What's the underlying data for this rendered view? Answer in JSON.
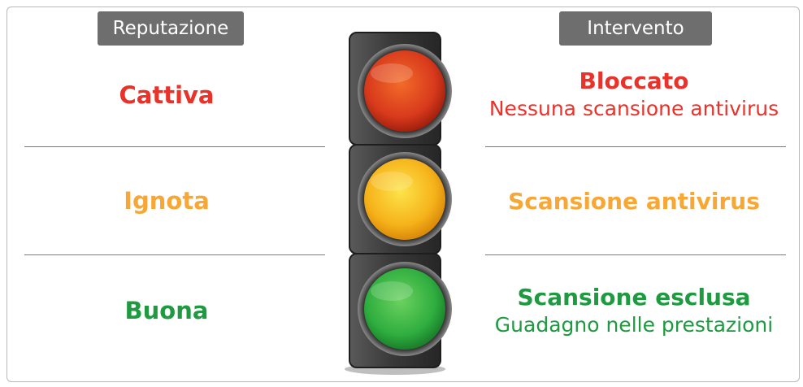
{
  "headers": {
    "left": "Reputazione",
    "right": "Intervento"
  },
  "rows": [
    {
      "reputation": "Cattiva",
      "action_title": "Bloccato",
      "action_subtitle": "Nessuna scansione antivirus",
      "color": "#e8322a"
    },
    {
      "reputation": "Ignota",
      "action_title": "Scansione antivirus",
      "action_subtitle": "",
      "color": "#f7a736"
    },
    {
      "reputation": "Buona",
      "action_title": "Scansione esclusa",
      "action_subtitle": "Guadagno nelle prestazioni",
      "color": "#1f9a41"
    }
  ],
  "traffic_light": {
    "housing_color": "#3b3b3b",
    "lamps": [
      {
        "name": "red-lamp",
        "color": "#e8421f"
      },
      {
        "name": "yellow-lamp",
        "color": "#f8c21a"
      },
      {
        "name": "green-lamp",
        "color": "#3bb44a"
      }
    ]
  }
}
